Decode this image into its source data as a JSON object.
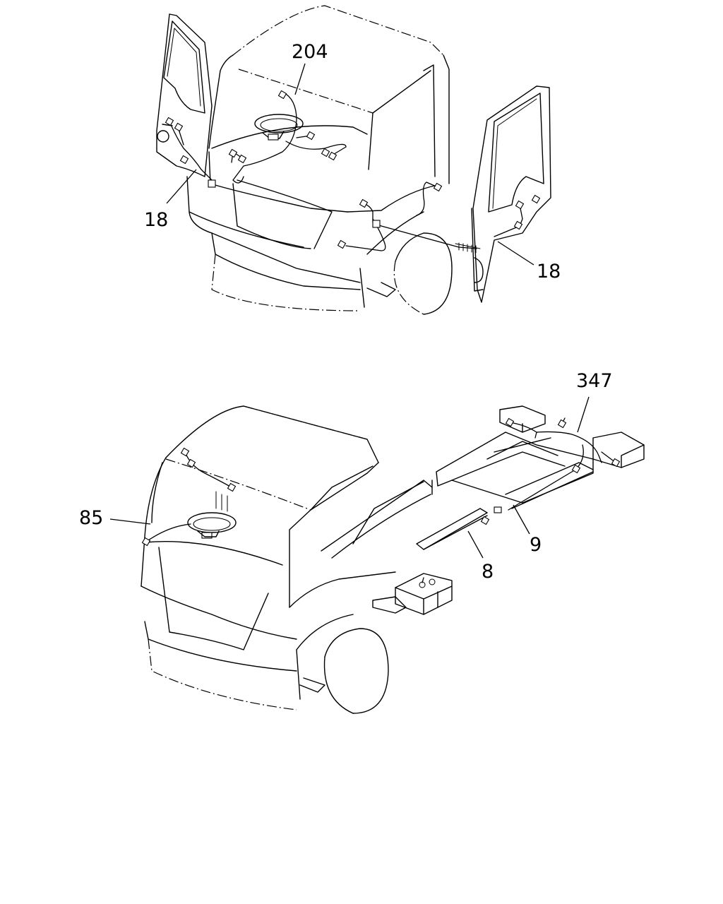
{
  "callouts": {
    "upper": {
      "harness_204": "204",
      "door_harness_left": "18",
      "door_harness_right": "18"
    },
    "lower": {
      "harness_347": "347",
      "harness_85": "85",
      "harness_9": "9",
      "harness_8": "8"
    }
  }
}
